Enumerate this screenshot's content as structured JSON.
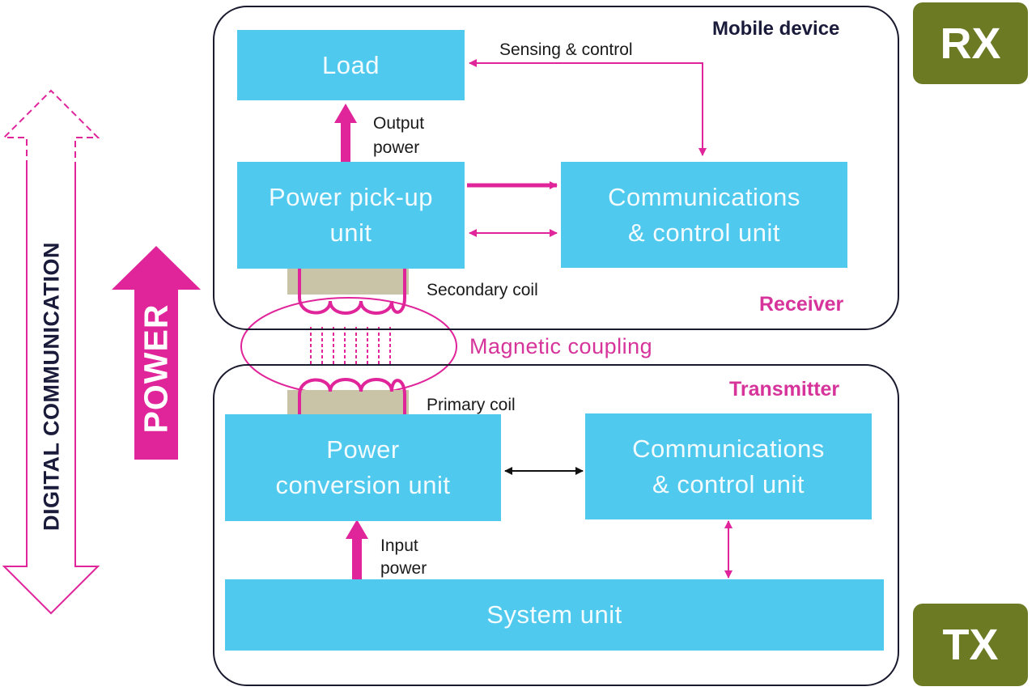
{
  "badges": {
    "rx": "RX",
    "tx": "TX"
  },
  "receiver": {
    "device_title": "Mobile device",
    "section_title": "Receiver",
    "load": "Load",
    "pickup": "Power pick-up\nunit",
    "comms": "Communications\n& control unit",
    "sensing_label": "Sensing & control",
    "output_label": "Output\npower",
    "coil_label": "Secondary coil"
  },
  "coupling": {
    "label": "Magnetic coupling"
  },
  "transmitter": {
    "section_title": "Transmitter",
    "coil_label": "Primary coil",
    "conversion": "Power\nconversion unit",
    "comms": "Communications\n& control unit",
    "input_label": "Input\npower",
    "system": "System unit"
  },
  "side": {
    "digital": "DIGITAL COMMUNICATION",
    "power": "POWER"
  },
  "colors": {
    "block": "#4fc9ed",
    "accent": "#e0249a",
    "badge": "#6b7a23",
    "coil_core": "#c9c3a8"
  }
}
